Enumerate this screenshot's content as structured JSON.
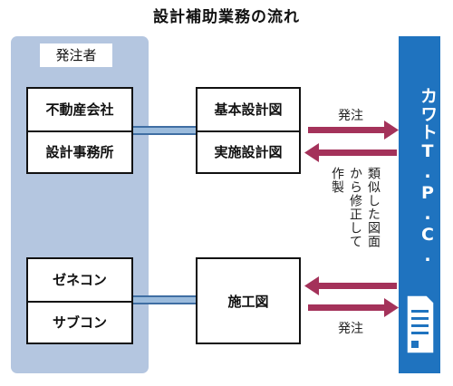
{
  "title": "設計補助業務の流れ",
  "client": {
    "chip": "発注者",
    "group_top": [
      "不動産会社",
      "設計事務所"
    ],
    "group_bottom": [
      "ゼネコン",
      "サブコン"
    ]
  },
  "drawings": {
    "top": [
      "基本設計図",
      "実施設計図"
    ],
    "bottom": "施工図"
  },
  "flow": {
    "order_label_top": "発注",
    "order_label_bottom": "発注",
    "note_col1": "類似した図面",
    "note_col2": "から修正して",
    "note_col3": "作製"
  },
  "company": "カワトT.P.C.",
  "colors": {
    "panel": "#b4c6e0",
    "connector": "#9bbbdc",
    "arrow": "#a4325a",
    "company_bar": "#1f73bf"
  }
}
